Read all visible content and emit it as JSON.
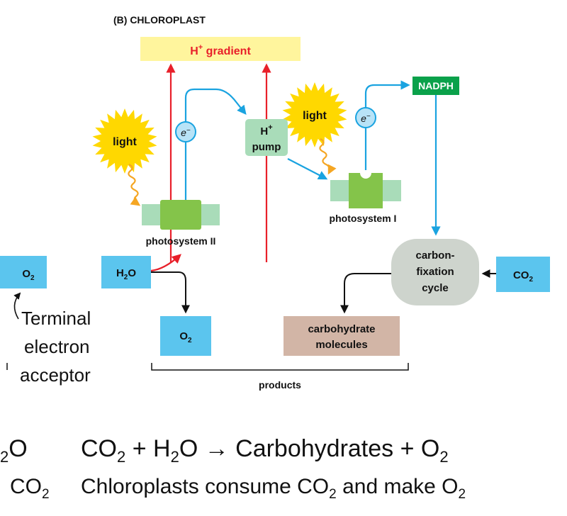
{
  "header": {
    "panel_label": "(B) CHLOROPLAST"
  },
  "gradient": {
    "prefix": "H",
    "sup": "+",
    "suffix": " gradient"
  },
  "light_label": "light",
  "electron": {
    "symbol": "e",
    "sup": "−"
  },
  "pump": {
    "line1_main": "H",
    "line1_sup": "+",
    "line2": "pump"
  },
  "nadph_label": "NADPH",
  "photosystem_ii_label": "photosystem II",
  "photosystem_i_label": "photosystem I",
  "o2_left": {
    "main": "O",
    "sub": "2"
  },
  "h2o": {
    "main": "H",
    "sub": "2",
    "tail": "O"
  },
  "o2_product": {
    "main": "O",
    "sub": "2"
  },
  "carbon_fixation": [
    "carbon-",
    "fixation",
    "cycle"
  ],
  "co2_input": {
    "main": "CO",
    "sub": "2"
  },
  "carbohydrate": [
    "carbohydrate",
    "molecules"
  ],
  "products_label": "products",
  "terminal_acceptor": [
    "Terminal",
    "electron",
    "acceptor"
  ],
  "equations": {
    "left_row1": {
      "sub": "2",
      "tail": "O"
    },
    "left_row2": {
      "main": "CO",
      "sub": "2"
    },
    "row1": {
      "p1": "CO",
      "s1": "2",
      "p2": " + H",
      "s2": "2",
      "p3": "O → Carbohydrates + O",
      "s3": "2"
    },
    "row2": {
      "p1": "Chloroplasts consume CO",
      "s1": "2",
      "p2": " and make O",
      "s2": "2"
    }
  },
  "colors": {
    "blue_box": "#5bc5ee",
    "yellow_box": "#fff59d",
    "green_box": "#0aa14a",
    "red_arrow": "#e8202a",
    "blue_arrow": "#1aa3e0",
    "orange_wave": "#f5a623",
    "sun": "#ffd800",
    "ps_dark": "#84c44a",
    "ps_light": "#a9dcb9",
    "carbon_cycle": "#ced4cd",
    "carbohydrate": "#d2b5a6"
  }
}
